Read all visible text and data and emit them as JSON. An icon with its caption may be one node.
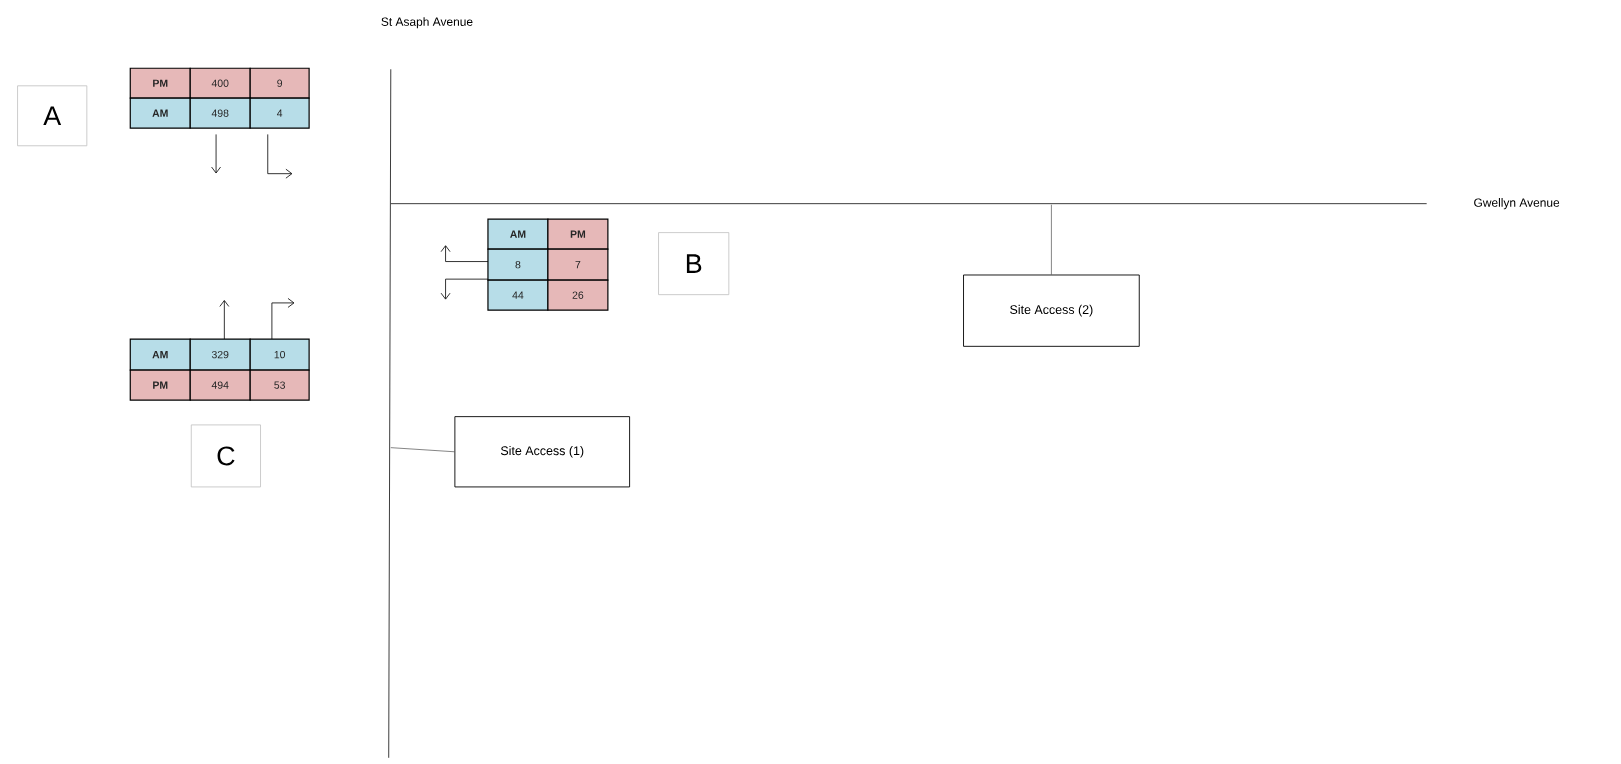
{
  "diagram": {
    "nodes": [
      {
        "text": [
          "A"
        ]
      },
      {
        "text": [
          "B"
        ]
      },
      {
        "text": [
          "C"
        ]
      },
      {
        "text": [
          "Site Access (1)"
        ]
      },
      {
        "text": [
          "Site Access (2)"
        ]
      }
    ],
    "edges": [
      {
        "from": 3,
        "to": null,
        "arrow": "none"
      },
      {
        "from": 4,
        "to": null,
        "arrow": "none"
      }
    ],
    "labels": [
      "St Asaph Avenue",
      "PM",
      "400",
      "9",
      "AM",
      "498",
      "4",
      "Gwellyn Avenue",
      "AM",
      "PM",
      "8",
      "7",
      "44",
      "26",
      "AM",
      "329",
      "10",
      "PM",
      "494",
      "53"
    ]
  }
}
